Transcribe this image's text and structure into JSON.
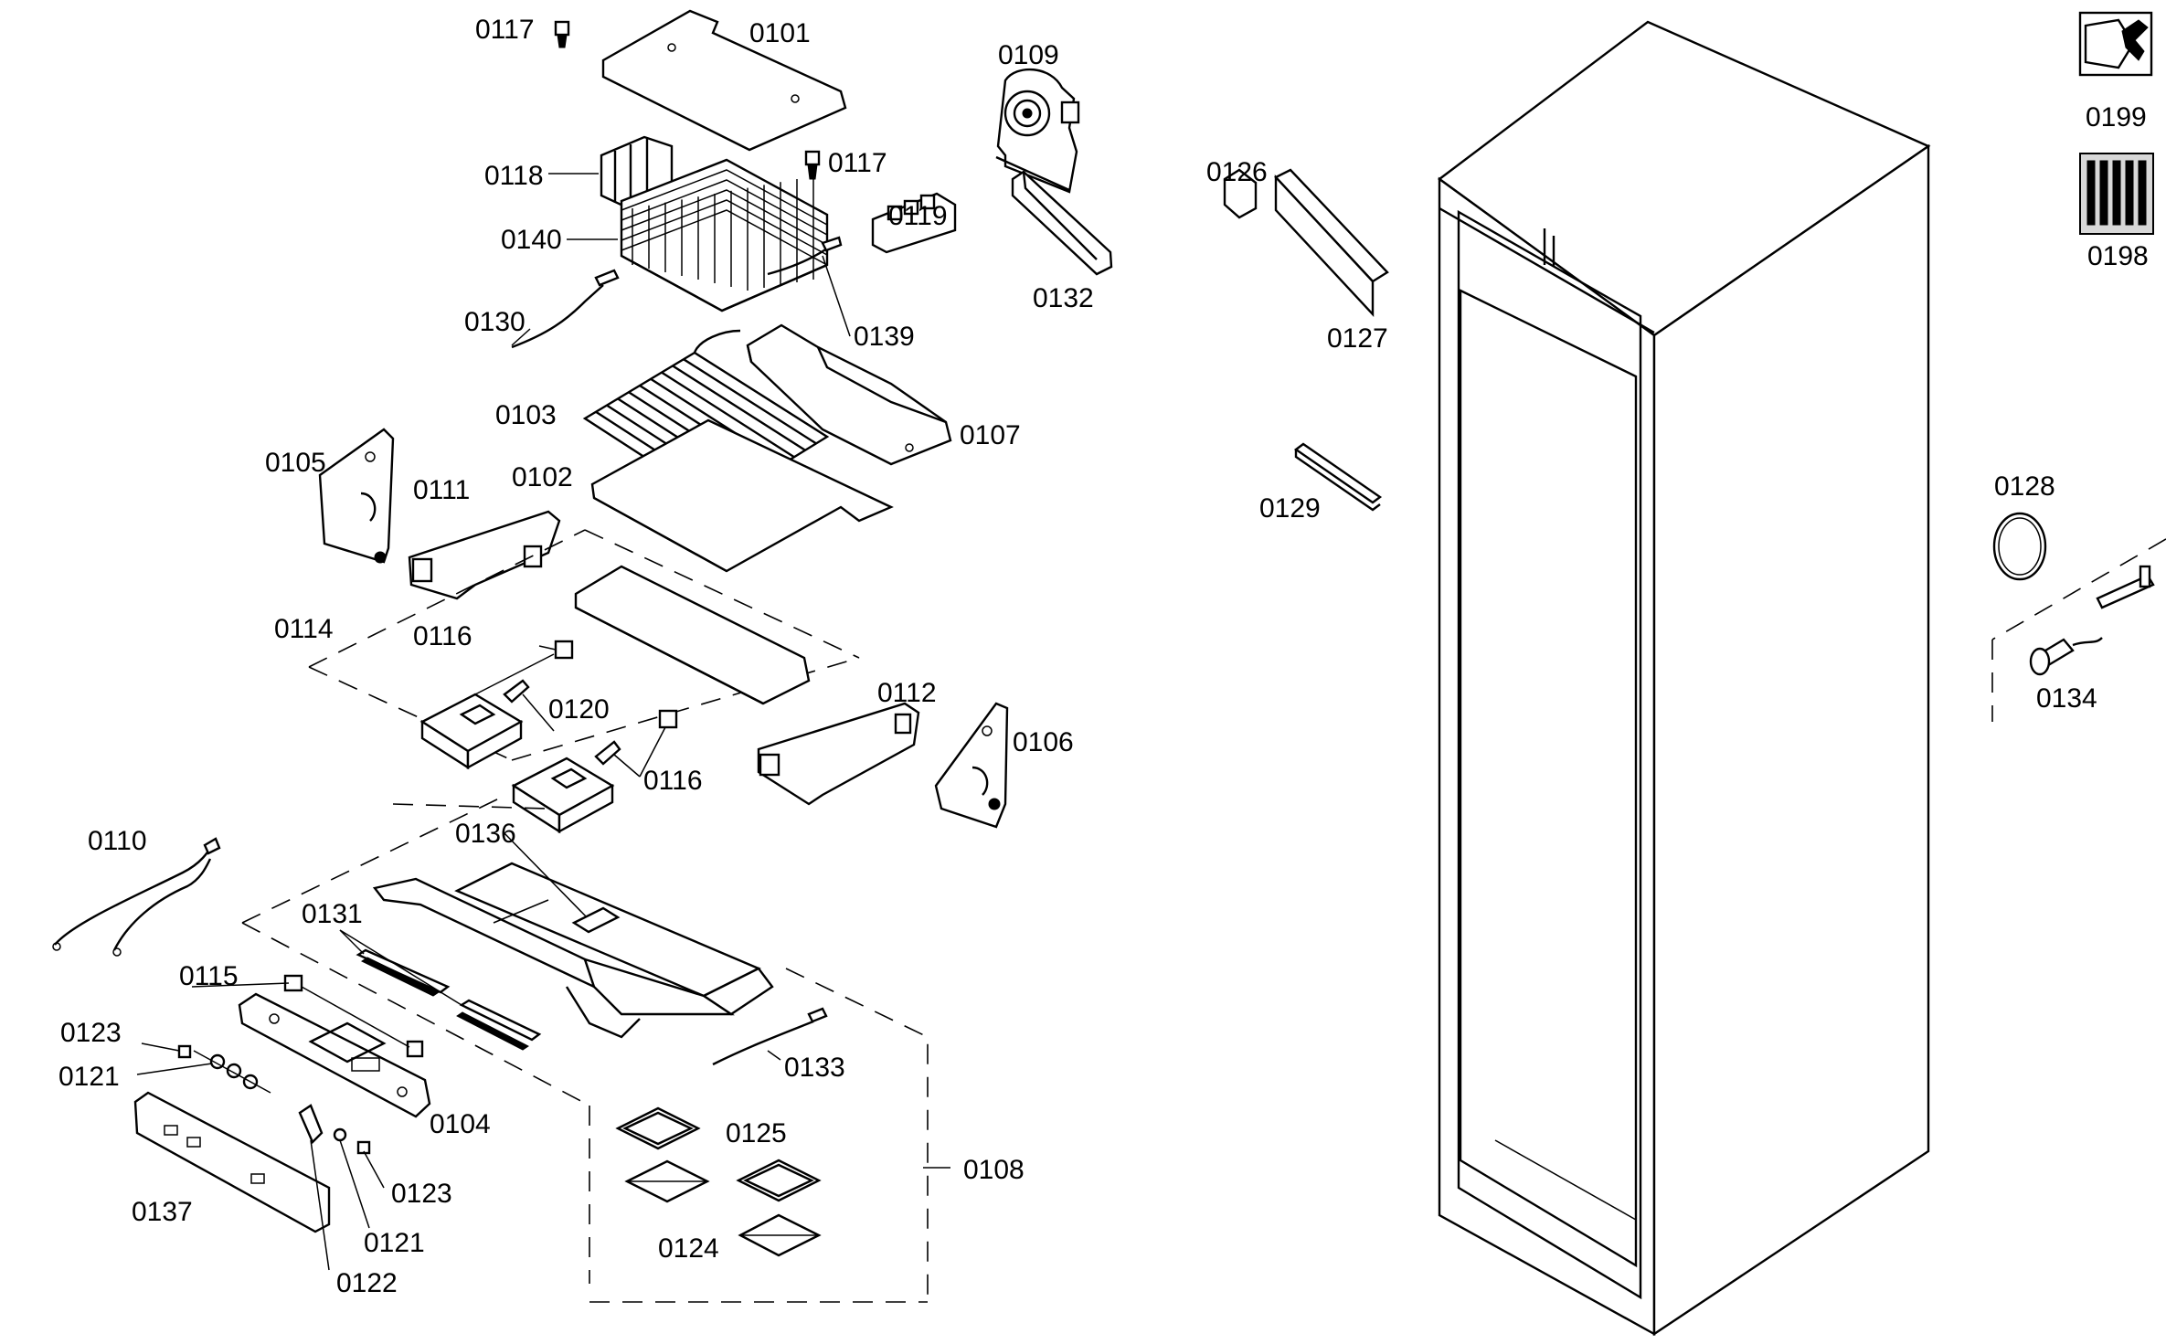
{
  "parts": {
    "p0101": "0101",
    "p0102": "0102",
    "p0103": "0103",
    "p0104": "0104",
    "p0105": "0105",
    "p0106": "0106",
    "p0107": "0107",
    "p0108": "0108",
    "p0109": "0109",
    "p0110": "0110",
    "p0111": "0111",
    "p0112": "0112",
    "p0114": "0114",
    "p0115": "0115",
    "p0116": "0116",
    "p0117": "0117",
    "p0118": "0118",
    "p0119": "0119",
    "p0120": "0120",
    "p0121": "0121",
    "p0122": "0122",
    "p0123": "0123",
    "p0124": "0124",
    "p0125": "0125",
    "p0126": "0126",
    "p0127": "0127",
    "p0128": "0128",
    "p0129": "0129",
    "p0130": "0130",
    "p0131": "0131",
    "p0132": "0132",
    "p0133": "0133",
    "p0134": "0134",
    "p0136": "0136",
    "p0137": "0137",
    "p0139": "0139",
    "p0140": "0140",
    "p0198": "0198",
    "p0199": "0199"
  },
  "icons": {
    "tools": "wrench-icon",
    "literature": "literature-icon"
  }
}
